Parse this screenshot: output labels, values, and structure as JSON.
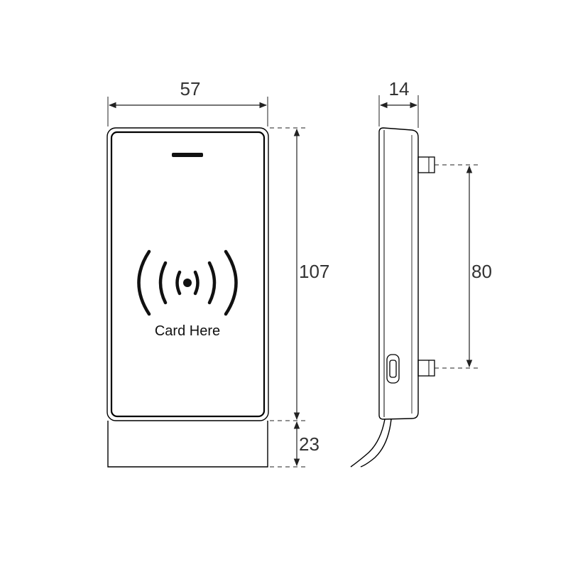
{
  "drawing": {
    "front_view": {
      "card_label": "Card Here",
      "dimensions": {
        "width": "57",
        "height": "107",
        "base_height": "23"
      }
    },
    "side_view": {
      "dimensions": {
        "thickness": "14",
        "mount_spacing": "80"
      }
    }
  },
  "colors": {
    "stroke": "#000000",
    "dimension_line": "#222222",
    "text": "#333333"
  }
}
